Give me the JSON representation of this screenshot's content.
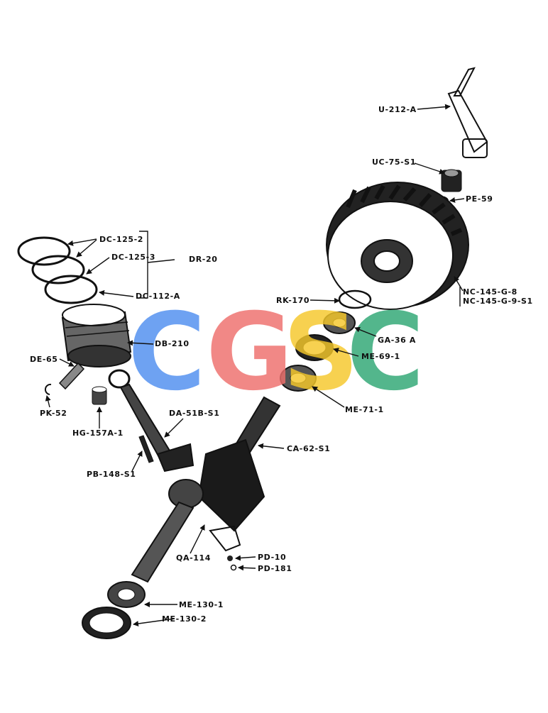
{
  "watermark": {
    "letters": [
      "C",
      "G",
      "S",
      "C"
    ],
    "colors": [
      "#4f8ef0",
      "#ef6f6c",
      "#f6c82a",
      "#2ea774"
    ]
  },
  "labels": {
    "u212a": "U-212-A",
    "uc75s1": "UC-75-S1",
    "pe59": "PE-59",
    "nc145g8": "NC-145-G-8",
    "nc145g9s1": "NC-145-G-9-S1",
    "rk170": "RK-170",
    "ga36a": "GA-36 A",
    "me691": "ME-69-1",
    "me711": "ME-71-1",
    "dc1252": "DC-125-2",
    "dc1253": "DC-125-3",
    "dr20": "DR-20",
    "dc112a": "DC-112-A",
    "db210": "DB-210",
    "de65": "DE-65",
    "pk52": "PK-52",
    "hg157a1": "HG-157A-1",
    "da51bs1": "DA-51B-S1",
    "pb148s1": "PB-148-S1",
    "ca62s1": "CA-62-S1",
    "qa114": "QA-114",
    "pd10": "PD-10",
    "pd181": "PD-181",
    "me1301": "ME-130-1",
    "me1302": "ME-130-2"
  }
}
